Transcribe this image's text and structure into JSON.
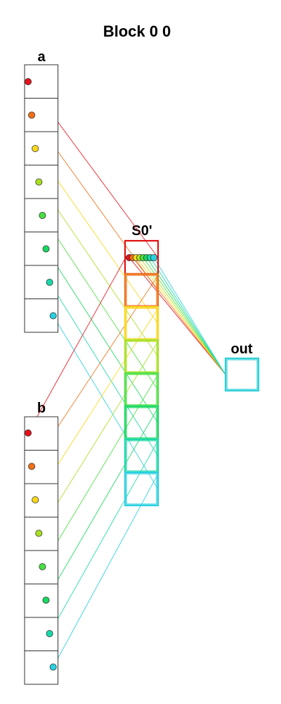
{
  "title": "Block 0 0",
  "labels": {
    "a": "a",
    "b": "b",
    "s0": "S0'",
    "out": "out"
  },
  "colors": [
    "#e8101a",
    "#f07018",
    "#f8d818",
    "#a8e020",
    "#48e040",
    "#18d860",
    "#18d8a8",
    "#28d0e0"
  ],
  "outline_colors": {
    "input_cells": "#333333",
    "s0_first": "#e01010",
    "out": "#30d0d8"
  },
  "array_a": {
    "cells": 8
  },
  "array_b": {
    "cells": 8
  },
  "s0": {
    "cells": 8
  },
  "out": {
    "cells": 1
  }
}
